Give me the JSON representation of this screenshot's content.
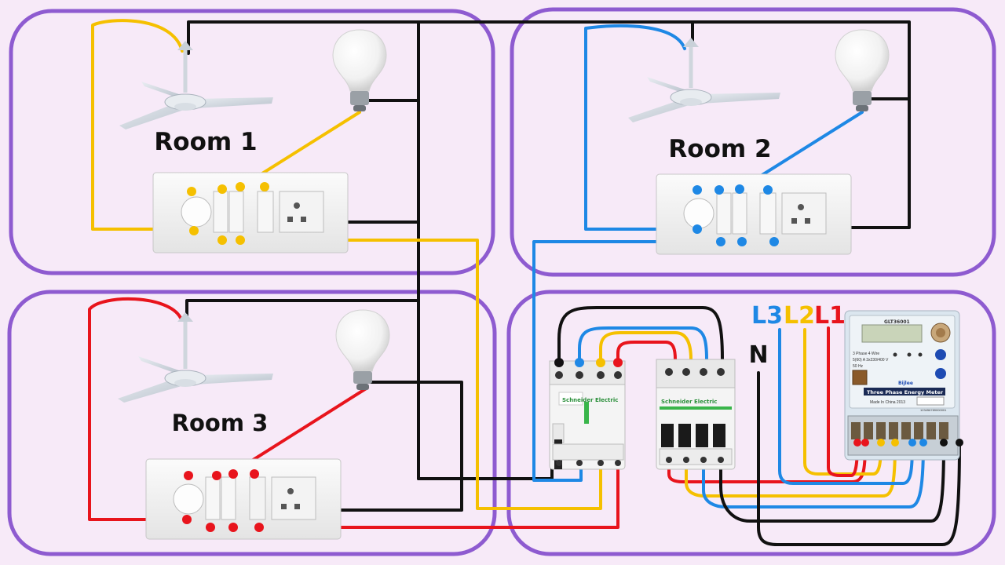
{
  "rooms": [
    {
      "id": "room1",
      "label": "Room 1",
      "wire_color": "#f5c000"
    },
    {
      "id": "room2",
      "label": "Room 2",
      "wire_color": "#1e88e5"
    },
    {
      "id": "room3",
      "label": "Room 3",
      "wire_color": "#e8141c"
    }
  ],
  "phases": {
    "n": {
      "label": "N",
      "color": "#111111"
    },
    "l3": {
      "label": "L3",
      "color": "#1e88e5"
    },
    "l2": {
      "label": "L2",
      "color": "#f5c000"
    },
    "l1": {
      "label": "L1",
      "color": "#e8141c"
    }
  },
  "neutral_color": "#111111",
  "border_color": "#8e5bd0",
  "meter": {
    "model": "GLT36001",
    "spec_line1": "3 Phase 4 Wire",
    "spec_line2": "5(60) A   3x230/400 V",
    "spec_line3": "50 Hz",
    "brand": "Bijlee",
    "title": "Three Phase Energy Meter",
    "origin": "Made In China 2013",
    "serial": "123456789000001"
  },
  "breakers": {
    "rccb_brand": "Schneider Electric",
    "mcb_brand": "Schneider Electric"
  }
}
